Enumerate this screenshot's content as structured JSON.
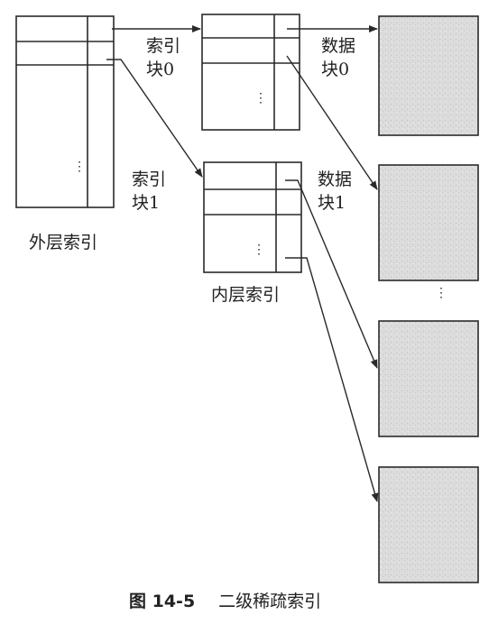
{
  "labels": {
    "outer_index": "外层索引",
    "inner_index": "内层索引",
    "index_block_0_line1": "索引",
    "index_block_0_line2": "块0",
    "index_block_1_line1": "索引",
    "index_block_1_line2": "块1",
    "data_block_0_line1": "数据",
    "data_block_0_line2": "块0",
    "data_block_1_line1": "数据",
    "data_block_1_line2": "块1"
  },
  "caption": {
    "figure_no": "图 14-5",
    "title": "二级稀疏索引"
  },
  "ellipsis": "⋮",
  "colors": {
    "line": "#2a2a2a",
    "data_block_fill": "#d9d9d9"
  }
}
